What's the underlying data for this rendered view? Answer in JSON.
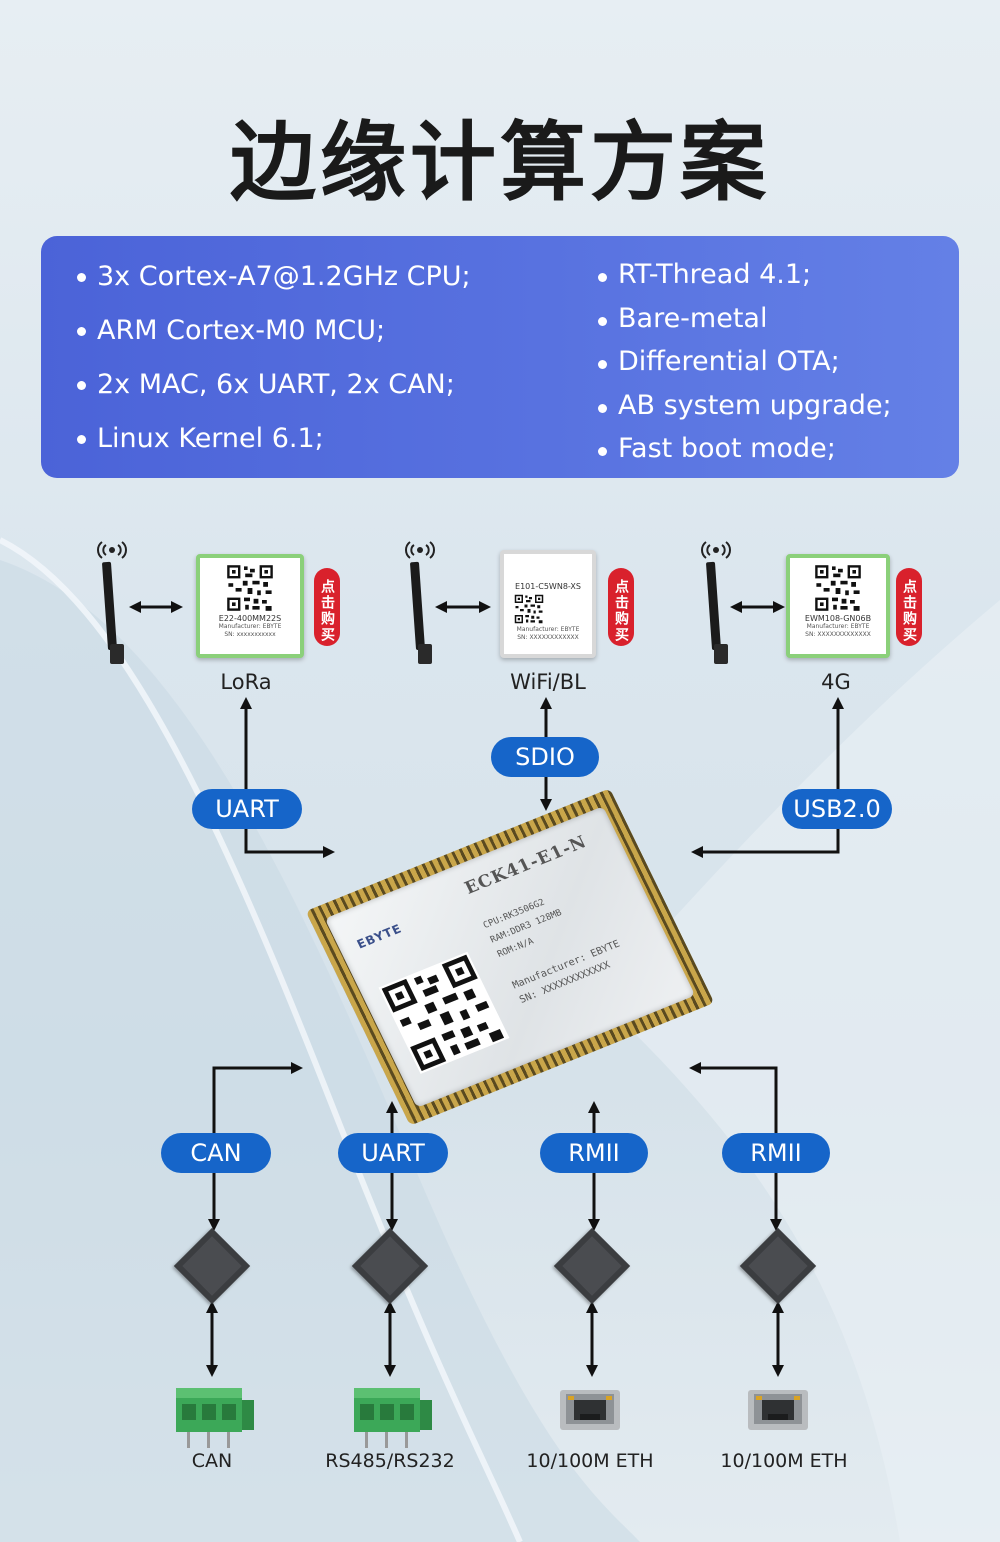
{
  "title": "边缘计算方案",
  "specs": {
    "left": [
      "3x Cortex-A7@1.2GHz CPU;",
      "ARM Cortex-M0 MCU;",
      "2x MAC, 6x UART, 2x CAN;",
      "Linux Kernel 6.1;"
    ],
    "right": [
      "RT-Thread 4.1;",
      "Bare-metal",
      "Differential OTA;",
      "AB system upgrade;",
      "Fast boot mode;"
    ]
  },
  "modules": [
    {
      "label": "LoRa",
      "name": "E22-400MM22S",
      "mfr": "Manufacturer: EBYTE",
      "sn": "SN: xxxxxxxxxxx",
      "buy": "点击购买"
    },
    {
      "label": "WiFi/BL",
      "name": "E101-C5WN8-XS",
      "mfr": "Manufacturer: EBYTE",
      "sn": "SN: XXXXXXXXXXXX",
      "buy": "点击购买"
    },
    {
      "label": "4G",
      "name": "EWM108-GN06B",
      "mfr": "Manufacturer: EBYTE",
      "sn": "SN: XXXXXXXXXXXXX",
      "buy": "点击购买"
    }
  ],
  "top_buses": [
    "UART",
    "SDIO",
    "USB2.0"
  ],
  "cpu": {
    "model": "ECK41-E1-N",
    "brand": "EBYTE",
    "cpu": "CPU:RK3506G2",
    "ram": "RAM:DDR3 128MB",
    "rom": "ROM:N/A",
    "mfr": "Manufacturer: EBYTE",
    "sn": "SN: XXXXXXXXXXXX"
  },
  "bottom_buses": [
    "CAN",
    "UART",
    "RMII",
    "RMII"
  ],
  "ports": [
    "CAN",
    "RS485/RS232",
    "10/100M ETH",
    "10/100M ETH"
  ],
  "colors": {
    "accent": "#1665c9",
    "spec_box": "#5670df",
    "buy": "#d9212c",
    "module_border": "#8bd07a"
  }
}
